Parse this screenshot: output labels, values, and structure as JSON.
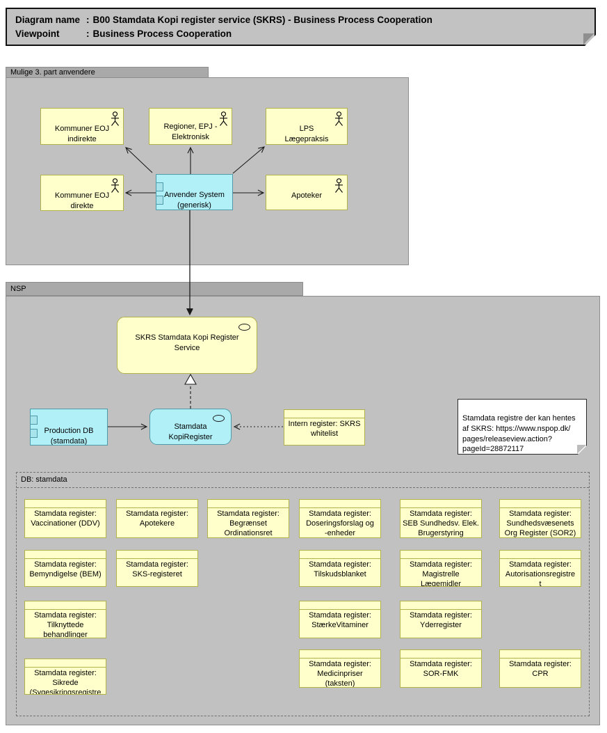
{
  "title_block": {
    "rows": [
      {
        "label": "Diagram name",
        "separator": ":",
        "value": "B00 Stamdata Kopi register service (SKRS) - Business Process Cooperation"
      },
      {
        "label": "Viewpoint",
        "separator": ":",
        "value": "Business Process Cooperation"
      }
    ]
  },
  "third_party_group": {
    "label": "Mulige 3. part anvendere",
    "actors": {
      "kommuner_indirekte": "Kommuner EOJ\nindirekte",
      "regioner": "Regioner, EPJ -\nElektronisk\nPatient Journal",
      "lps": "LPS\nLægepraksis",
      "kommuner_direkte": "Kommuner EOJ\ndirekte",
      "apoteker": "Apoteker"
    },
    "system": "Anvender System\n(generisk)"
  },
  "nsp_group": {
    "label": "NSP",
    "skrs_service": "SKRS Stamdata Kopi Register\nService",
    "production_db": "Production DB\n(stamdata)",
    "kopi_register_service": "Stamdata\nKopiRegister\nService (SKRS)",
    "intern_register": "Intern register: SKRS\nwhitelist",
    "note": "Stamdata registre der kan hentes\naf SKRS: https://www.nspop.dk/\npages/releaseview.action?\npageId=28872117"
  },
  "db_group": {
    "label": "DB: stamdata",
    "register_prefix": "Stamdata register:",
    "registers": [
      {
        "name": "Vaccinationer (DDV)"
      },
      {
        "name": "Apotekere"
      },
      {
        "name": "Begrænset\nOrdinationsret"
      },
      {
        "name": "Doseringsforslag og\n-enheder"
      },
      {
        "name": "SEB Sundhedsv. Elek.\nBrugerstyring"
      },
      {
        "name": "Sundhedsvæsenets\nOrg Register (SOR2)"
      },
      {
        "name": "Bemyndigelse (BEM)"
      },
      {
        "name": "SKS-registeret"
      },
      {
        "name": "Tilskudsblanket"
      },
      {
        "name": "Magistrelle\nLægemidler"
      },
      {
        "name": "Autorisationsregistre\nt"
      },
      {
        "name": "Tilknyttede\nbehandlinger"
      },
      {
        "name": "StærkeVitaminer"
      },
      {
        "name": "Yderregister"
      },
      {
        "name": "Sikrede\n(Sygesikringsregistre"
      },
      {
        "name": "Medicinpriser\n(taksten)"
      },
      {
        "name": "SOR-FMK"
      },
      {
        "name": "CPR"
      }
    ]
  },
  "colors": {
    "element_yellow": "#FFFFCC",
    "element_yellow_border": "#B2B24A",
    "element_cyan": "#B2F0F8",
    "element_cyan_border": "#4E9AA8",
    "group_fill": "#C1C1C1",
    "group_tab_fill": "#A9A9A9",
    "note_fill": "#FFFFFF"
  }
}
